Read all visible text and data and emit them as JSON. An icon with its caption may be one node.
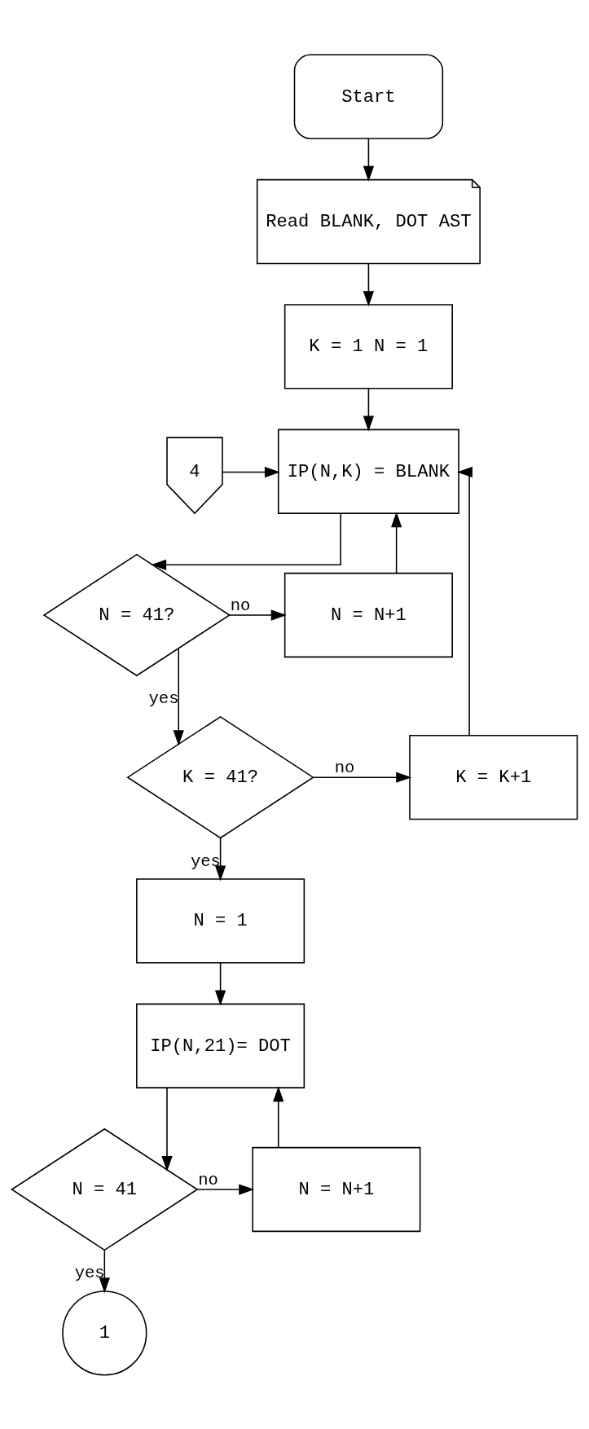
{
  "diagram": {
    "nodes": [
      {
        "text": [
          "Start"
        ]
      },
      {
        "text": [
          "Read BLANK, DOT AST"
        ]
      },
      {
        "text": [
          "K = 1 N = 1"
        ]
      },
      {
        "text": [
          "4"
        ]
      },
      {
        "text": [
          "IP(N,K) = BLANK"
        ]
      },
      {
        "text": [
          "N = 41?"
        ]
      },
      {
        "text": [
          "N = N+1"
        ]
      },
      {
        "text": [
          "K = 41?"
        ]
      },
      {
        "text": [
          "K = K+1"
        ]
      },
      {
        "text": [
          "N = 1"
        ]
      },
      {
        "text": [
          "IP(N,21)= DOT"
        ]
      },
      {
        "text": [
          "N = 41"
        ]
      },
      {
        "text": [
          "N = N+1"
        ]
      },
      {
        "text": [
          "1"
        ]
      }
    ],
    "edges": [
      {
        "from": 0,
        "to": 1,
        "arrow": "to"
      },
      {
        "from": 1,
        "to": 2,
        "arrow": "to"
      },
      {
        "from": 2,
        "to": 4,
        "arrow": "to"
      },
      {
        "from": 3,
        "to": 4,
        "arrow": "to"
      },
      {
        "from": 4,
        "to": 5,
        "arrow": "to"
      },
      {
        "from": 5,
        "to": 6,
        "arrow": "to",
        "label": "no"
      },
      {
        "from": 6,
        "to": 4,
        "arrow": "to"
      },
      {
        "from": 5,
        "to": 7,
        "arrow": "to",
        "label": "yes"
      },
      {
        "from": 7,
        "to": 8,
        "arrow": "to",
        "label": "no"
      },
      {
        "from": 8,
        "to": 4,
        "arrow": "to"
      },
      {
        "from": 7,
        "to": 9,
        "arrow": "to",
        "label": "yes"
      },
      {
        "from": 9,
        "to": 10,
        "arrow": "to"
      },
      {
        "from": 10,
        "to": 11,
        "arrow": "to"
      },
      {
        "from": 11,
        "to": 12,
        "arrow": "to",
        "label": "no"
      },
      {
        "from": 12,
        "to": 10,
        "arrow": "to"
      },
      {
        "from": 11,
        "to": 13,
        "arrow": "to",
        "label": "yes"
      }
    ]
  }
}
